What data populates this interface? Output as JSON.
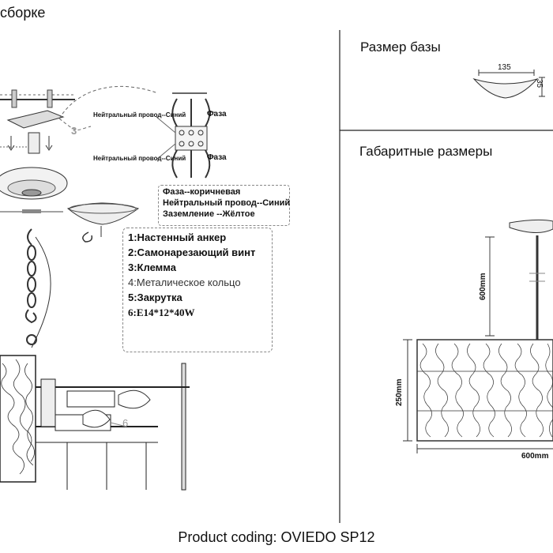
{
  "top_title": "сборке",
  "base_size_title": "Размер базы",
  "overall_title": "Габаритные размеры",
  "base_dims": {
    "width": "135",
    "height": "35"
  },
  "overall_dims": {
    "chain": "600mm",
    "height": "250mm",
    "width": "600mm"
  },
  "wiring_labels": {
    "neutral_top": "Нейтральный провод--Синий",
    "neutral_bottom": "Нейтральный провод--Синий",
    "phase_top": "Фаза",
    "phase_bottom": "Фаза",
    "callout_number": "3",
    "bulb_number": "6"
  },
  "wire_legend": [
    "Фаза--коричневая",
    "Нейтральный провод--Синий",
    "Заземление --Жёлтое"
  ],
  "parts_legend": [
    "1:Настенный анкер",
    "2:Самонарезающий винт",
    "3:Клемма",
    "4:Металическое кольцо",
    "5:Закрутка",
    "6:E14*12*40W"
  ],
  "footer": "Product coding: OVIEDO SP12"
}
